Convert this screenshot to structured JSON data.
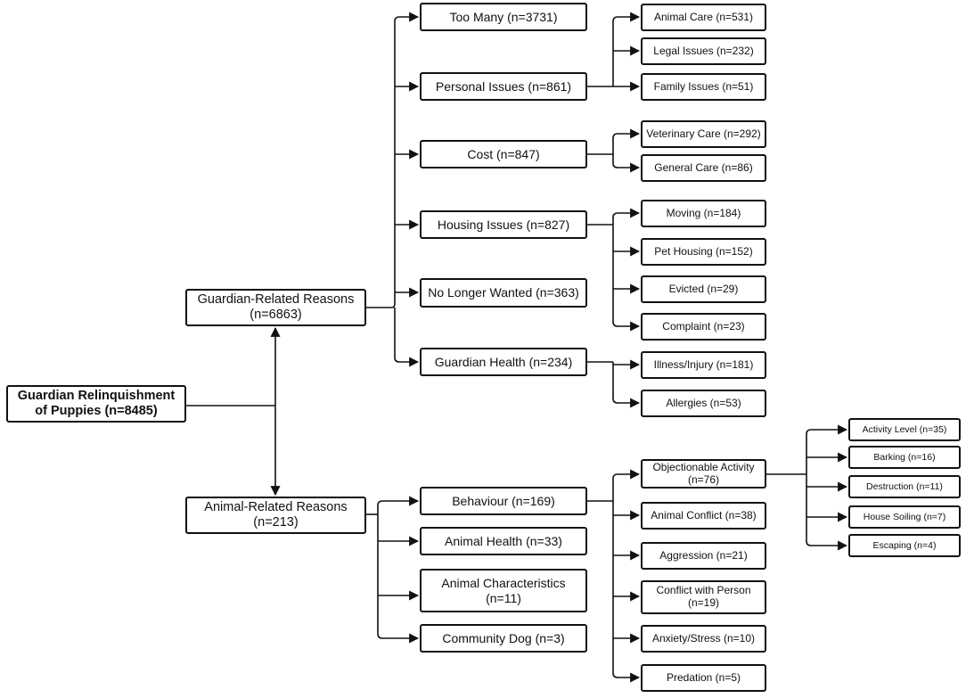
{
  "root": "Guardian Relinquishment of Puppies (n=8485)",
  "guardian": {
    "label": "Guardian-Related Reasons (n=6863)",
    "too_many": "Too Many (n=3731)",
    "personal": {
      "label": "Personal Issues (n=861)",
      "animal_care": "Animal Care (n=531)",
      "legal": "Legal Issues (n=232)",
      "family": "Family Issues (n=51)"
    },
    "cost": {
      "label": "Cost (n=847)",
      "veterinary": "Veterinary Care (n=292)",
      "general": "General Care (n=86)"
    },
    "housing": {
      "label": "Housing Issues (n=827)",
      "moving": "Moving (n=184)",
      "pet_housing": "Pet Housing (n=152)",
      "evicted": "Evicted (n=29)",
      "complaint": "Complaint (n=23)"
    },
    "no_longer": "No Longer Wanted (n=363)",
    "health": {
      "label": "Guardian Health (n=234)",
      "illness": "Illness/Injury (n=181)",
      "allergies": "Allergies (n=53)"
    }
  },
  "animal": {
    "label": "Animal-Related Reasons (n=213)",
    "behaviour": {
      "label": "Behaviour (n=169)",
      "objectionable": {
        "label": "Objectionable Activity (n=76)",
        "activity_level": "Activity Level (n=35)",
        "barking": "Barking (n=16)",
        "destruction": "Destruction (n=11)",
        "house_soiling": "House Soiling (n=7)",
        "escaping": "Escaping (n=4)"
      },
      "animal_conflict": "Animal Conflict (n=38)",
      "aggression": "Aggression (n=21)",
      "conflict_person": "Conflict with Person (n=19)",
      "anxiety": "Anxiety/Stress (n=10)",
      "predation": "Predation (n=5)"
    },
    "health": "Animal Health (n=33)",
    "characteristics": "Animal Characteristics (n=11)",
    "community": "Community Dog (n=3)"
  }
}
